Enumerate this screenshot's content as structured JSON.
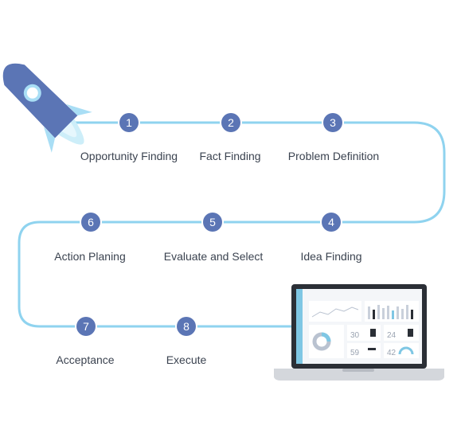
{
  "colors": {
    "path": "#8fd3ef",
    "circle": "#5b75b5",
    "rocket_body": "#5b75b5",
    "rocket_accent": "#a9def5",
    "laptop_frame": "#2b2f36",
    "label_text": "#3b4350"
  },
  "steps": [
    {
      "number": "1",
      "label": "Opportunity Finding"
    },
    {
      "number": "2",
      "label": "Fact Finding"
    },
    {
      "number": "3",
      "label": "Problem Definition"
    },
    {
      "number": "4",
      "label": "Idea Finding"
    },
    {
      "number": "5",
      "label": "Evaluate and Select"
    },
    {
      "number": "6",
      "label": "Action Planing"
    },
    {
      "number": "7",
      "label": "Acceptance"
    },
    {
      "number": "8",
      "label": "Execute"
    }
  ],
  "laptop": {
    "dashboard_numbers": [
      "30",
      "24",
      "59",
      "42"
    ]
  }
}
